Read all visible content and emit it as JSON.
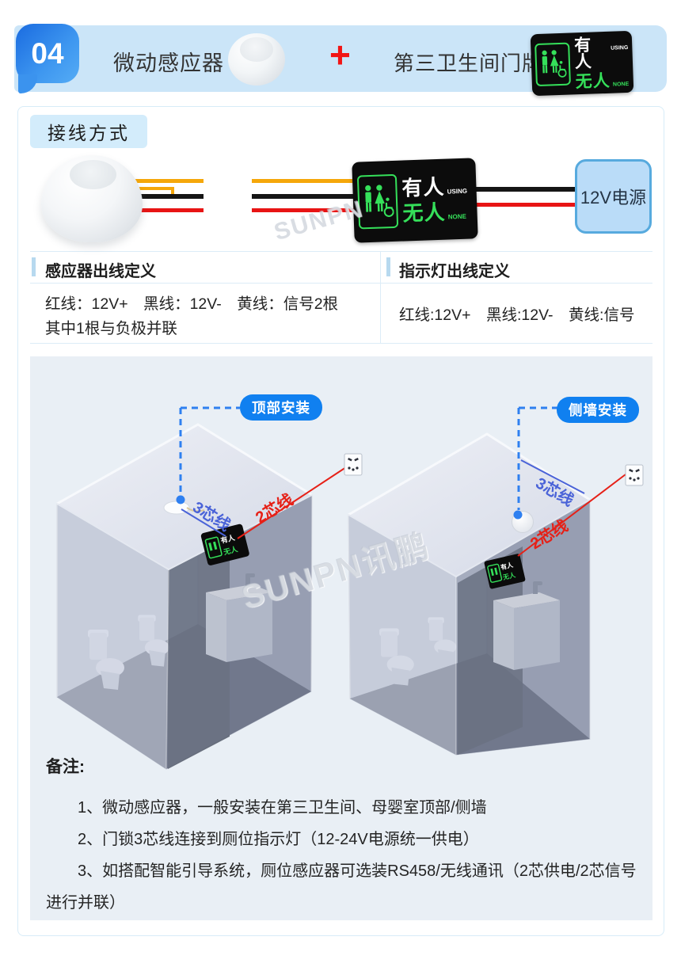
{
  "header": {
    "step": "04",
    "product_left": "微动感应器",
    "plus": "+",
    "product_right": "第三卫生间门牌"
  },
  "sign": {
    "occupied": "有人",
    "occupied_sub": "USING",
    "vacant": "无人",
    "vacant_sub": "NONE"
  },
  "wiring": {
    "section_title": "接线方式",
    "power_label": "12V电源",
    "watermark": "SUNPN"
  },
  "definitions": {
    "sensor_title": "感应器出线定义",
    "sensor_line1": "红线：12V+　黑线：12V-　黄线：信号2根",
    "sensor_line2": "其中1根与负极并联",
    "indicator_title": "指示灯出线定义",
    "indicator_line1": "红线:12V+　黑线:12V-　黄线:信号"
  },
  "install": {
    "top_pill": "顶部安装",
    "side_pill": "侧墙安装",
    "wire3_label": "3芯线",
    "wire2_label": "2芯线",
    "watermark": "SUNPN讯鹏"
  },
  "notes": {
    "title": "备注:",
    "items": [
      "1、微动感应器，一般安装在第三卫生间、母婴室顶部/侧墙",
      "2、门锁3芯线连接到厕位指示灯（12-24V电源统一供电）",
      "3、如搭配智能引导系统，厕位感应器可选装RS458/无线通讯（2芯供电/2芯信号进行并联）"
    ]
  },
  "colors": {
    "accent_blue": "#1080f0",
    "header_bar": "#cbe5f8",
    "wire_yellow": "#f5a70a",
    "wire_black": "#151515",
    "wire_red": "#e81414",
    "label_blue": "#4a63d8",
    "label_red": "#e62017",
    "sign_green": "#35e05a",
    "panel_bg": "#e9eff5"
  }
}
